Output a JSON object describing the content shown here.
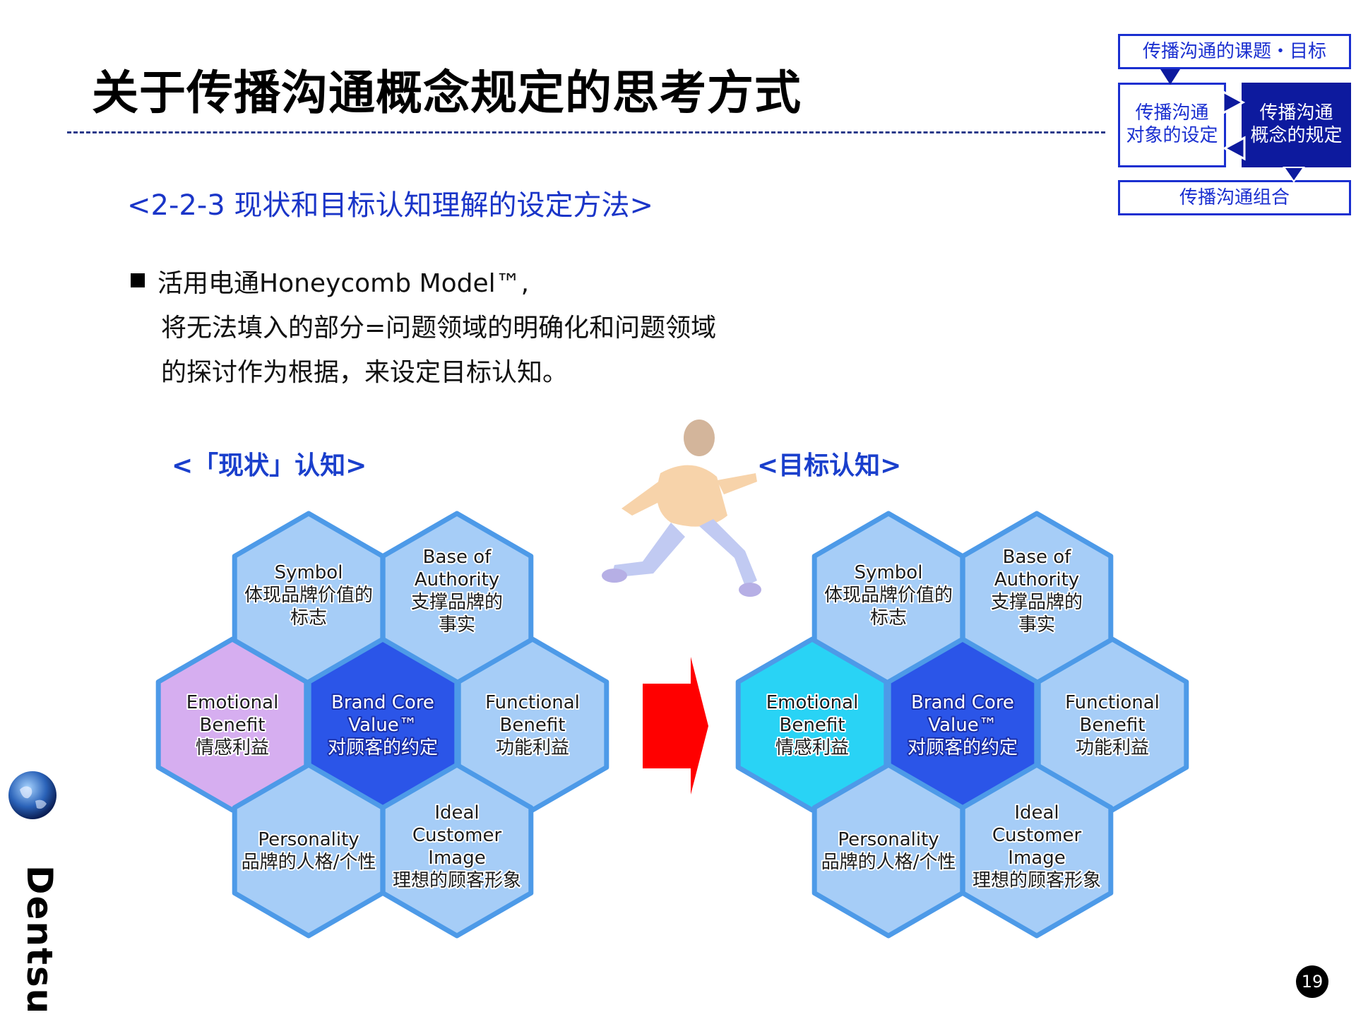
{
  "page": {
    "title": "关于传播沟通概念规定的思考方式",
    "subtitle": "<2-2-3 现状和目标认知理解的设定方法>",
    "bullet_lines": [
      "活用电通Honeycomb Model™,",
      "将无法填入的部分=问题领域的明确化和问题领域",
      "的探讨作为根据，来设定目标认知。"
    ],
    "page_number": "19",
    "logo": "Dentsu"
  },
  "nav": {
    "top": "传播沟通的课题・目标",
    "left_line1": "传播沟通",
    "left_line2": "对象的设定",
    "right_line1": "传播沟通",
    "right_line2": "概念的规定",
    "bottom": "传播沟通组合"
  },
  "current": {
    "label": "<「现状」认知>",
    "emotional_fill": "#d6aef0",
    "cells": {
      "symbol": [
        "Symbol",
        "体现品牌价值的",
        "标志"
      ],
      "authority": [
        "Base of",
        "Authority",
        "支撑品牌的",
        "事实"
      ],
      "emotional": [
        "Emotional",
        "Benefit",
        "情感利益"
      ],
      "core": [
        "Brand Core",
        "Value™",
        "对顾客的约定"
      ],
      "functional": [
        "Functional",
        "Benefit",
        "功能利益"
      ],
      "personality": [
        "Personality",
        "品牌的人格/个性"
      ],
      "ideal": [
        "Ideal",
        "Customer",
        "Image",
        "理想的顾客形象"
      ]
    }
  },
  "target": {
    "label": "<目标认知>",
    "emotional_fill": "#29d3f5",
    "cells": {
      "symbol": [
        "Symbol",
        "体现品牌价值的",
        "标志"
      ],
      "authority": [
        "Base of",
        "Authority",
        "支撑品牌的",
        "事实"
      ],
      "emotional": [
        "Emotional",
        "Benefit",
        "情感利益"
      ],
      "core": [
        "Brand Core",
        "Value™",
        "对顾客的约定"
      ],
      "functional": [
        "Functional",
        "Benefit",
        "功能利益"
      ],
      "personality": [
        "Personality",
        "品牌的人格/个性"
      ],
      "ideal": [
        "Ideal",
        "Customer",
        "Image",
        "理想的顾客形象"
      ]
    }
  },
  "colors": {
    "hex_fill": "#a6cdf7",
    "hex_stroke": "#4d9ae8",
    "core_fill": "#2b55e8",
    "arrow": "#ff0000",
    "accent": "#1a2fd0"
  }
}
